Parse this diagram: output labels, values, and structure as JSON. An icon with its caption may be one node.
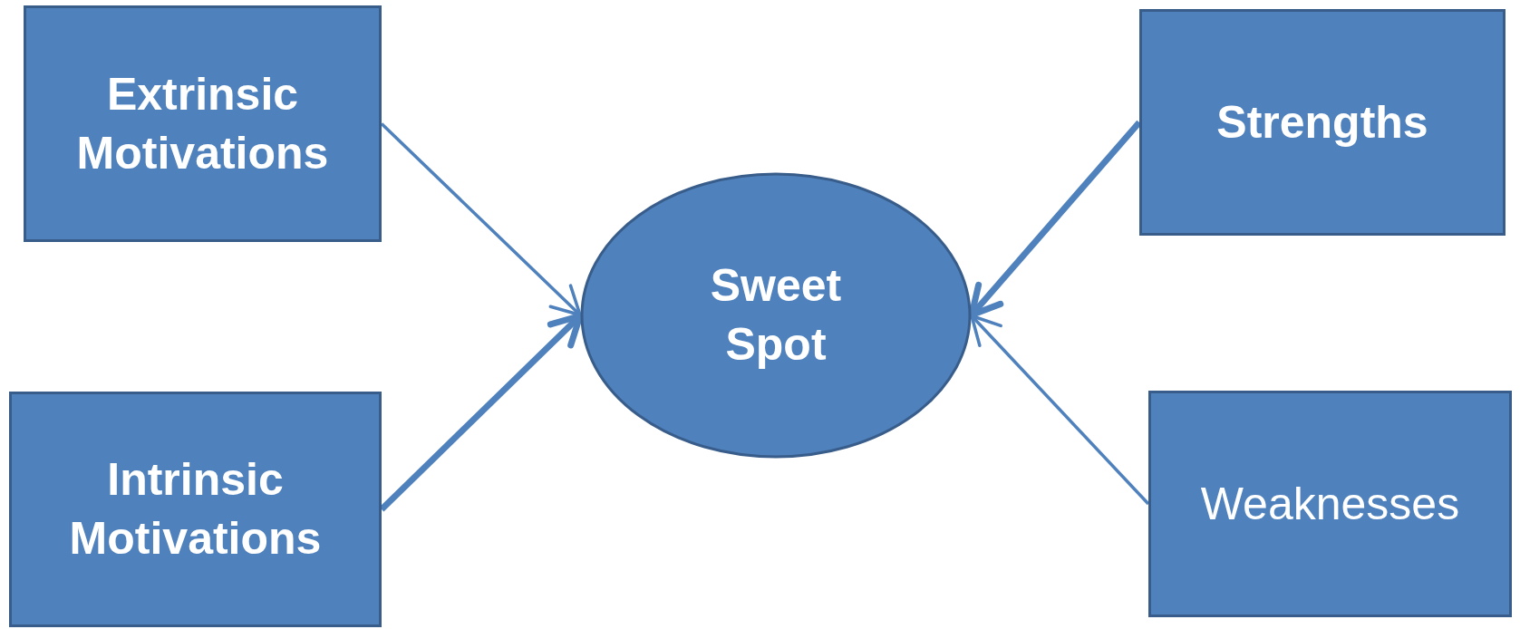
{
  "diagram": {
    "nodes": [
      {
        "text": [
          "Extrinsic Motivations"
        ]
      },
      {
        "text": [
          "Intrinsic Motivations"
        ]
      },
      {
        "text": [
          "Sweet Spot"
        ]
      },
      {
        "text": [
          "Strengths"
        ]
      },
      {
        "text": [
          "Weaknesses"
        ]
      }
    ],
    "edges": [
      {
        "from": 0,
        "to": 2,
        "arrow": "to"
      },
      {
        "from": 1,
        "to": 2,
        "arrow": "to",
        "style": "thick"
      },
      {
        "from": 3,
        "to": 2,
        "arrow": "to",
        "style": "thick"
      },
      {
        "from": 4,
        "to": 2,
        "arrow": "to"
      }
    ]
  }
}
